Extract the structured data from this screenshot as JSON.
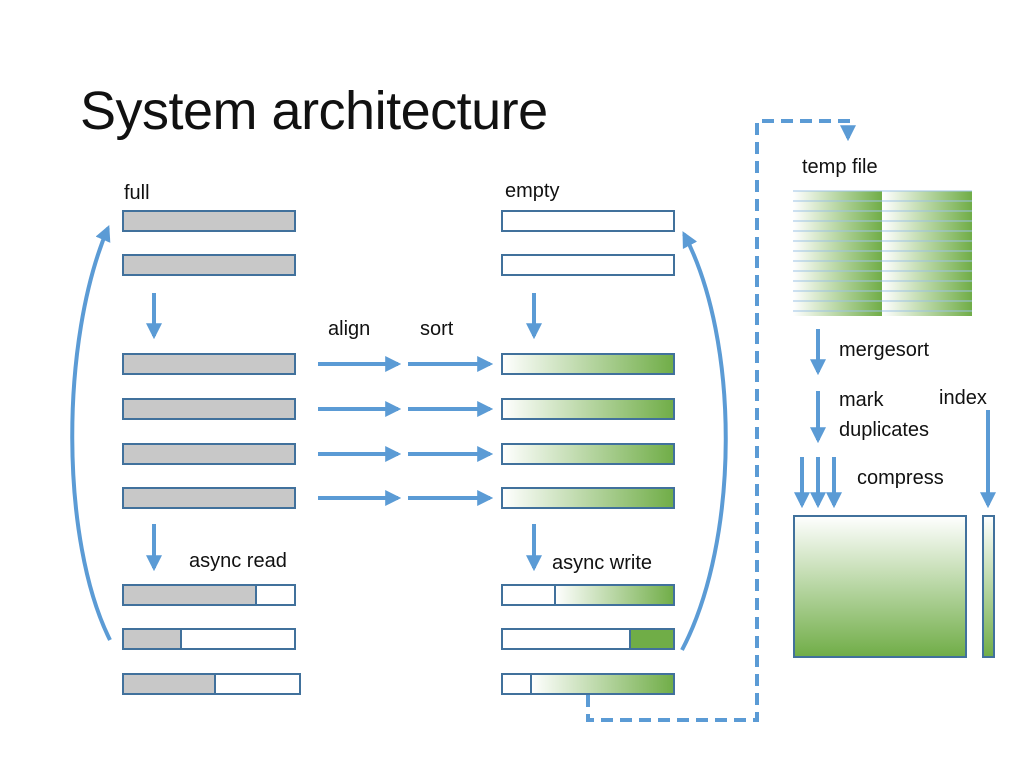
{
  "slide": {
    "title": "System architecture"
  },
  "labels": {
    "full": "full",
    "empty": "empty",
    "align": "align",
    "sort": "sort",
    "async_read": "async read",
    "async_write": "async write",
    "temp_file": "temp file",
    "mergesort": "mergesort",
    "mark": "mark",
    "duplicates": "duplicates",
    "index": "index",
    "compress": "compress"
  },
  "colors": {
    "arrow": "#5b9bd5",
    "buffer_border": "#41719c",
    "buffer_full": "#c8c8c8",
    "data_green": "#70ad47",
    "temp_line": "#9dc3e6"
  },
  "buffers": {
    "read_fill_fractions": [
      0.77,
      0.34,
      0.51
    ],
    "write_fill_fractions": [
      0.69,
      0.25,
      0.84
    ]
  }
}
